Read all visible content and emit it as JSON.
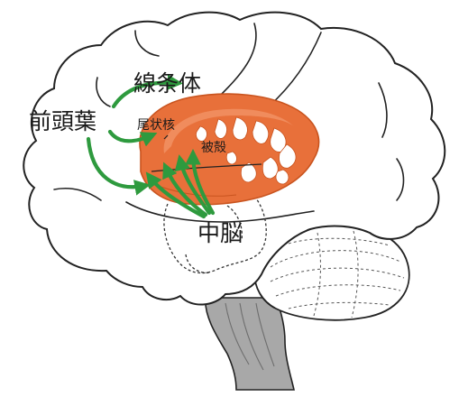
{
  "labels": {
    "frontal_lobe": "前頭葉",
    "striatum": "線条体",
    "caudate": "尾状核",
    "putamen": "被殻",
    "midbrain": "中脳"
  },
  "colors": {
    "striatum_fill": "#e8703a",
    "striatum_stroke": "#c9541f",
    "arrow": "#2e9a3e",
    "outline": "#222222",
    "brainstem_fill": "#a8a8a8"
  }
}
